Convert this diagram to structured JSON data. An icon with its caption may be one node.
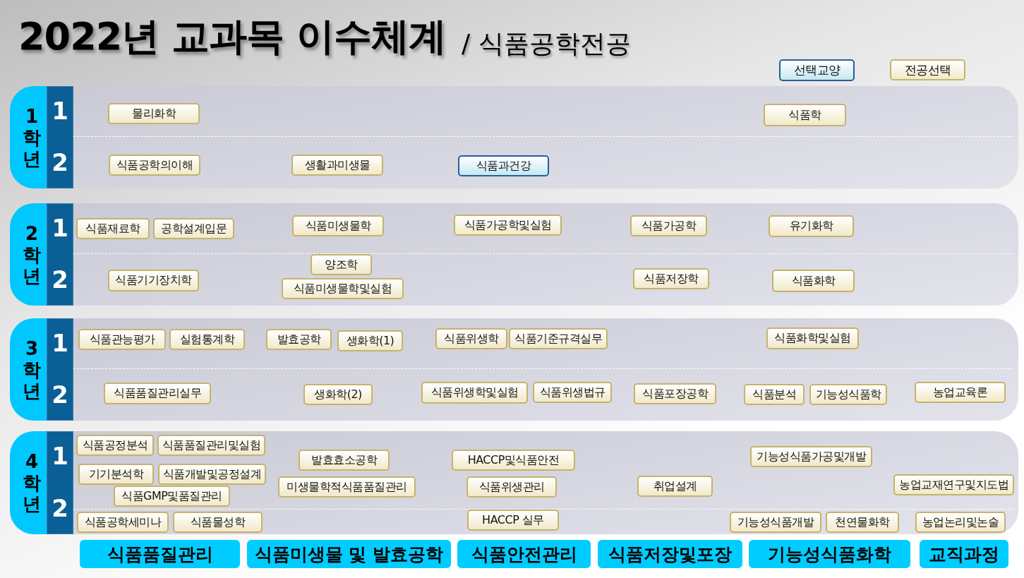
{
  "diagram": {
    "title": "2022년 교과목 이수체계",
    "labels": [
      "/ 식품공학전공"
    ],
    "legend": [
      {
        "text": "선택교양",
        "color": "#c4e8f1"
      },
      {
        "text": "전공선택",
        "color": "#f1e9c9"
      }
    ],
    "nodes": [
      {
        "text": [
          "1학년"
        ]
      },
      {
        "text": [
          "1",
          "2"
        ],
        "in": 0
      },
      {
        "text": [
          "물리화학"
        ],
        "in": 0
      },
      {
        "text": [
          "식품학"
        ],
        "in": 0
      },
      {
        "text": [
          "식품공학의이해"
        ],
        "in": 0
      },
      {
        "text": [
          "생활과미생물"
        ],
        "in": 0
      },
      {
        "text": [
          "식품과건강"
        ],
        "in": 0
      },
      {
        "text": [
          "2학년"
        ]
      },
      {
        "text": [
          "1",
          "2"
        ],
        "in": 7
      },
      {
        "text": [
          "식품재료학"
        ],
        "in": 7
      },
      {
        "text": [
          "공학설계입문"
        ],
        "in": 7
      },
      {
        "text": [
          "식품미생물학"
        ],
        "in": 7
      },
      {
        "text": [
          "식품가공학및실험"
        ],
        "in": 7
      },
      {
        "text": [
          "식품가공학"
        ],
        "in": 7
      },
      {
        "text": [
          "유기화학"
        ],
        "in": 7
      },
      {
        "text": [
          "양조학"
        ],
        "in": 7
      },
      {
        "text": [
          "식품기기장치학"
        ],
        "in": 7
      },
      {
        "text": [
          "식품미생물학및실험"
        ],
        "in": 7
      },
      {
        "text": [
          "식품저장학"
        ],
        "in": 7
      },
      {
        "text": [
          "식품화학"
        ],
        "in": 7
      },
      {
        "text": [
          "3학년"
        ]
      },
      {
        "text": [
          "1",
          "2"
        ],
        "in": 20
      },
      {
        "text": [
          "식품관능평가"
        ],
        "in": 20
      },
      {
        "text": [
          "실험통계학"
        ],
        "in": 20
      },
      {
        "text": [
          "발효공학"
        ],
        "in": 20
      },
      {
        "text": [
          "생화학(1)"
        ],
        "in": 20
      },
      {
        "text": [
          "식품위생학"
        ],
        "in": 20
      },
      {
        "text": [
          "식품기준규격실무"
        ],
        "in": 20
      },
      {
        "text": [
          "식품화학및실험"
        ],
        "in": 20
      },
      {
        "text": [
          "식품품질관리실무"
        ],
        "in": 20
      },
      {
        "text": [
          "생화학(2)"
        ],
        "in": 20
      },
      {
        "text": [
          "식품위생학및실험"
        ],
        "in": 20
      },
      {
        "text": [
          "식품위생법규"
        ],
        "in": 20
      },
      {
        "text": [
          "식품포장공학"
        ],
        "in": 20
      },
      {
        "text": [
          "식품분석"
        ],
        "in": 20
      },
      {
        "text": [
          "기능성식품학"
        ],
        "in": 20
      },
      {
        "text": [
          "농업교육론"
        ],
        "in": 20
      },
      {
        "text": [
          "4학년"
        ]
      },
      {
        "text": [
          "1",
          "2"
        ],
        "in": 37
      },
      {
        "text": [
          "식품공정분석"
        ],
        "in": 37
      },
      {
        "text": [
          "식품품질관리및실험"
        ],
        "in": 37
      },
      {
        "text": [
          "발효효소공학"
        ],
        "in": 37
      },
      {
        "text": [
          "HACCP및식품안전"
        ],
        "in": 37
      },
      {
        "text": [
          "기능성식품가공및개발"
        ],
        "in": 37
      },
      {
        "text": [
          "기기분석학"
        ],
        "in": 37
      },
      {
        "text": [
          "식품개발및공정설계"
        ],
        "in": 37
      },
      {
        "text": [
          "미생물학적식품품질관리"
        ],
        "in": 37
      },
      {
        "text": [
          "식품위생관리"
        ],
        "in": 37
      },
      {
        "text": [
          "취업설계"
        ],
        "in": 37
      },
      {
        "text": [
          "농업교재연구및지도법"
        ],
        "in": 37
      },
      {
        "text": [
          "식품GMP및품질관리"
        ],
        "in": 37
      },
      {
        "text": [
          "식품공학세미나"
        ],
        "in": 37
      },
      {
        "text": [
          "식품물성학"
        ],
        "in": 37
      },
      {
        "text": [
          "HACCP 실무"
        ],
        "in": 37
      },
      {
        "text": [
          "기능성식품개발"
        ],
        "in": 37
      },
      {
        "text": [
          "천연물화학"
        ],
        "in": 37
      },
      {
        "text": [
          "농업논리및논술"
        ],
        "in": 37
      },
      {
        "text": [
          "식품품질관리"
        ]
      },
      {
        "text": [
          "식품미생물 및 발효공학"
        ]
      },
      {
        "text": [
          "식품안전관리"
        ]
      },
      {
        "text": [
          "식품저장및포장"
        ]
      },
      {
        "text": [
          "기능성식품화학"
        ]
      },
      {
        "text": [
          "교직과정"
        ]
      }
    ]
  }
}
